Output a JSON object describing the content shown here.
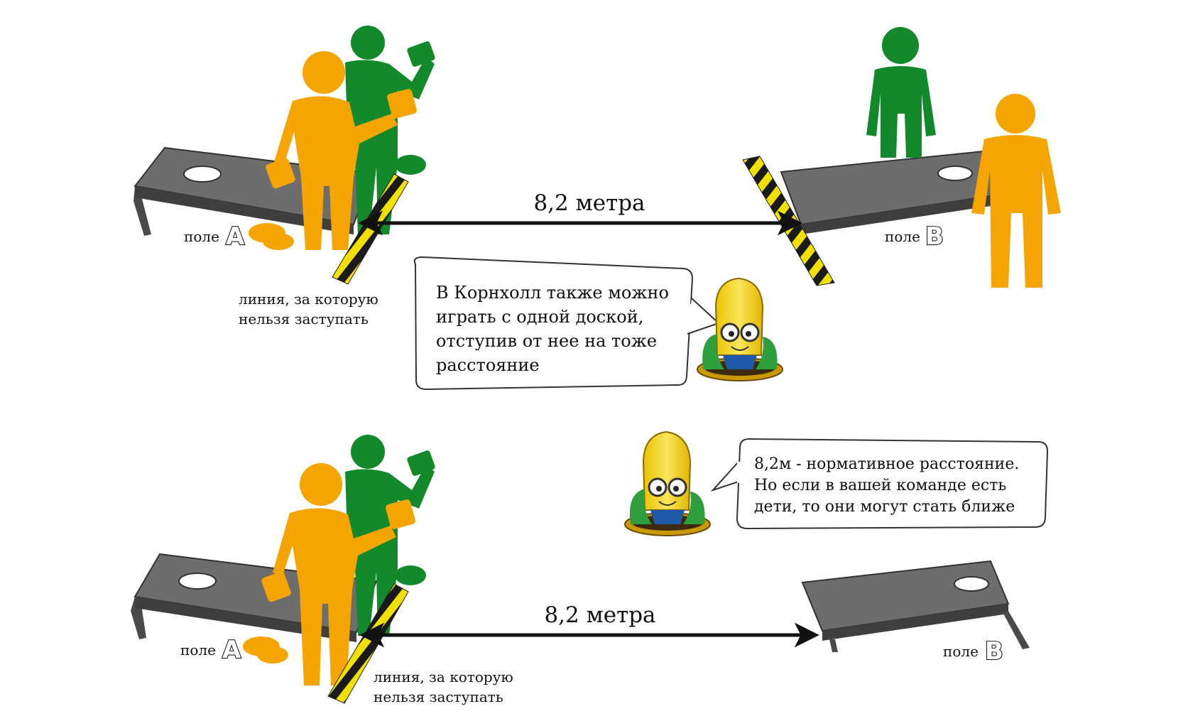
{
  "top_scene": {
    "distance": "8,2 метра",
    "field_a": {
      "label": "поле",
      "letter": "A"
    },
    "field_b": {
      "label": "поле",
      "letter": "B"
    },
    "foul_line_note": [
      "линия, за которую",
      "нельзя заступать"
    ],
    "speech": [
      "В Корнхолл также можно",
      "играть с одной доской,",
      "отступив от нее на тоже",
      "расстояние"
    ]
  },
  "bottom_scene": {
    "distance": "8,2 метра",
    "field_a": {
      "label": "поле",
      "letter": "A"
    },
    "field_b": {
      "label": "поле",
      "letter": "B"
    },
    "foul_line_note": [
      "линия, за которую",
      "нельзя заступать"
    ],
    "speech": [
      "8,2м - нормативное расстояние.",
      "Но если в вашей команде есть",
      "дети, то они могут стать ближе"
    ]
  },
  "colors": {
    "orange_player": "#f6a400",
    "green_player": "#12892a",
    "board_top": "#6d6d6d",
    "board_side": "#3f3f3f",
    "stripe_yellow": "#f2e100",
    "stripe_black": "#1a1a1a",
    "corn": "#f3d21a"
  }
}
